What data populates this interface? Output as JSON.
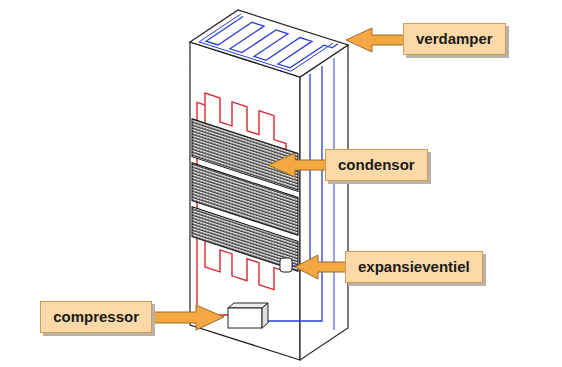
{
  "diagram": {
    "nodes": [
      {
        "text": [
          "verdamper"
        ]
      },
      {
        "text": [
          "condensor"
        ]
      },
      {
        "text": [
          "expansieventiel"
        ]
      },
      {
        "text": [
          "compressor"
        ]
      }
    ]
  }
}
